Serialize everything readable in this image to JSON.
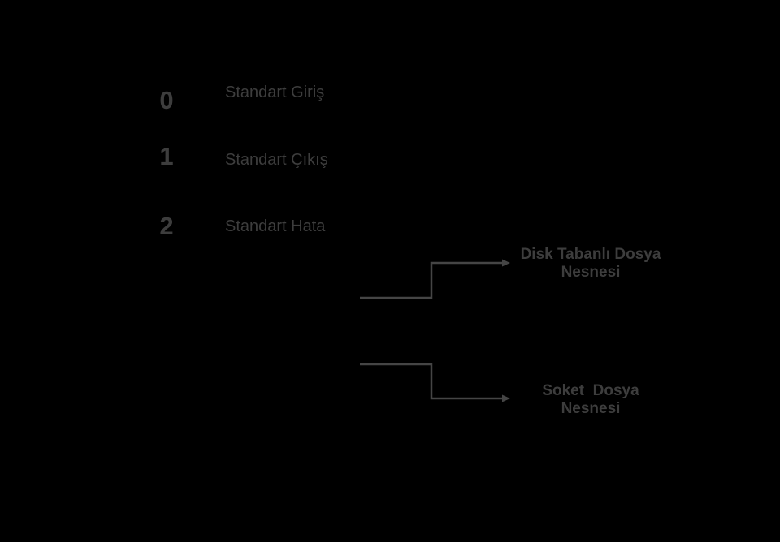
{
  "colors": {
    "background": "#000000",
    "text": "#3d3d3d",
    "line": "#454545"
  },
  "descriptor_table": {
    "rows": [
      {
        "number": "0",
        "label": "Standart Giriş"
      },
      {
        "number": "1",
        "label": "Standart Çıkış"
      },
      {
        "number": "2",
        "label": "Standart Hata"
      }
    ]
  },
  "file_objects": {
    "disk": {
      "label": "Disk Tabanlı Dosya\nNesnesi"
    },
    "socket": {
      "label": "Soket  Dosya\nNesnesi"
    }
  }
}
